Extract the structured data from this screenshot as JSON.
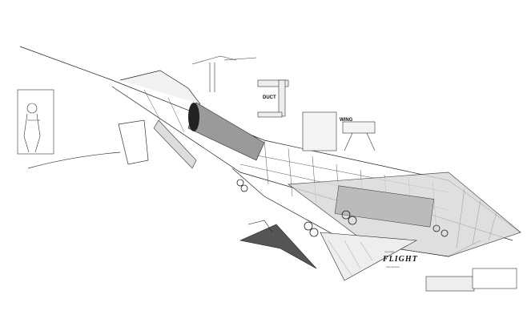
{
  "title": "Aircraft cutaway drawing",
  "labels": {
    "duct": "DUCT",
    "wing": "WING"
  },
  "logo": {
    "text": "FLIGHT",
    "top_small": "copyright",
    "bottom_small": "International"
  },
  "colors": {
    "line": "#222222",
    "shade": "#9a9a9a",
    "dark": "#333333"
  }
}
